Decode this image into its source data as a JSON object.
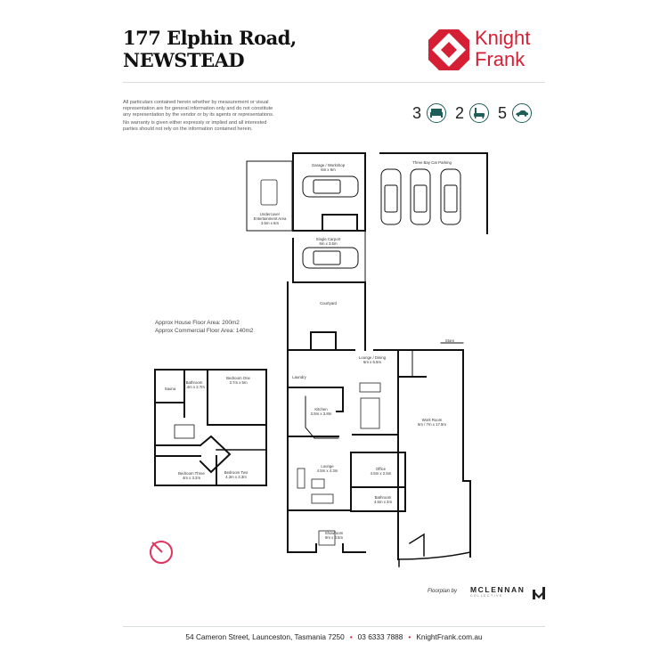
{
  "header": {
    "address_line1": "177 Elphin Road,",
    "address_line2": "NEWSTEAD"
  },
  "brand": {
    "name_line1": "Knight",
    "name_line2": "Frank",
    "color": "#d51f35"
  },
  "disclaimer": {
    "para1": "All particulars contained herein whether by measurement or visual representation are for general information only and do not constitute any representation by the vendor or by its agents or representations.",
    "para2": "No warranty is given either expressly or implied and all interested parties should not rely on the information contained herein."
  },
  "features": [
    {
      "count": "3",
      "icon": "bed-icon"
    },
    {
      "count": "2",
      "icon": "bath-icon"
    },
    {
      "count": "5",
      "icon": "car-icon"
    }
  ],
  "accent_color": "#1d5e58",
  "floor_areas": {
    "house": "Approx House Floor Area: 200m2",
    "commercial": "Approx Commercial Floor Area: 140m2"
  },
  "rooms_ground": [
    {
      "name": "Garage / Workshop",
      "dims": "6m x 6m"
    },
    {
      "name": "Undercover Entertainment Area",
      "dims": "3.5m x 6m"
    },
    {
      "name": "Three Bay Car Parking",
      "dims": ""
    },
    {
      "name": "Single Carport",
      "dims": "6m x 3.5m"
    },
    {
      "name": "Courtyard",
      "dims": ""
    },
    {
      "name": "Lounge / Dining",
      "dims": "6m x 6.5m"
    },
    {
      "name": "Laundry",
      "dims": ""
    },
    {
      "name": "Kitchen",
      "dims": "3.5m x 3.8m"
    },
    {
      "name": "Work Room",
      "dims": "6m / 7m x 17.5m"
    },
    {
      "name": "Lounge",
      "dims": "4.5m x 4.3m"
    },
    {
      "name": "Office",
      "dims": "4.5m x 2.5m"
    },
    {
      "name": "Bathroom",
      "dims": "4.5m x 2m"
    },
    {
      "name": "Showroom",
      "dims": "9m x 4.5m"
    },
    {
      "name": "Store",
      "dims": ""
    }
  ],
  "rooms_upper": [
    {
      "name": "Sauna",
      "dims": ""
    },
    {
      "name": "Bathroom",
      "dims": "2.4m x 2.7m"
    },
    {
      "name": "Bedroom One",
      "dims": "3.7m x 5m"
    },
    {
      "name": "Bedroom Three",
      "dims": "4m x 3.2m"
    },
    {
      "name": "Bedroom Two",
      "dims": "4.3m x 3.3m"
    }
  ],
  "floorplan_credit": {
    "prefix": "Floorplan by",
    "name": "MCLENNAN",
    "sub": "COLLECTIVE"
  },
  "footer": {
    "address": "54 Cameron Street, Launceston, Tasmania 7250",
    "phone": "03 6333 7888",
    "website": "KnightFrank.com.au"
  }
}
